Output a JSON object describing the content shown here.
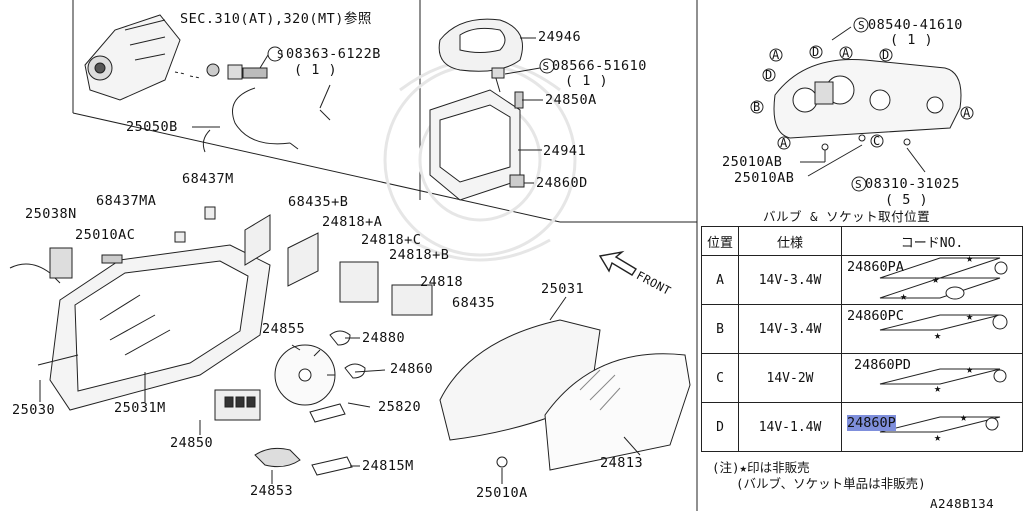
{
  "labels": {
    "sec_ref": "SEC.310(AT),320(MT)参照",
    "p08363": "08363-6122B",
    "p08363_qty": "( 1 )",
    "p25050B": "25050B",
    "p24946": "24946",
    "p08566": "08566-51610",
    "p08566_qty": "( 1 )",
    "p24850A": "24850A",
    "p24941": "24941",
    "p24860D": "24860D",
    "p08540": "08540-41610",
    "p08540_qty": "( 1 )",
    "p25010AB_1": "25010AB",
    "p25010AB_2": "25010AB",
    "p08310": "08310-31025",
    "p08310_qty": "( 5 )",
    "p25038N": "25038N",
    "p68437MA": "68437MA",
    "p68437M": "68437M",
    "p25010AC": "25010AC",
    "p68435B": "68435+B",
    "p24818A": "24818+A",
    "p24818C": "24818+C",
    "p24818B": "24818+B",
    "p24818": "24818",
    "p68435": "68435",
    "p25031": "25031",
    "p24855": "24855",
    "p24880": "24880",
    "p24860": "24860",
    "p25820": "25820",
    "p25030": "25030",
    "p25031M": "25031M",
    "p24850": "24850",
    "p24815M": "24815M",
    "p24813": "24813",
    "p24853": "24853",
    "p25010A": "25010A",
    "front": "FRONT",
    "circle_s": "S",
    "callout_a": "A",
    "callout_b": "B",
    "callout_c": "C",
    "callout_d": "D"
  },
  "table": {
    "title": "バルブ & ソケット取付位置",
    "headers": {
      "pos": "位置",
      "spec": "仕様",
      "code": "コードNO."
    },
    "rows": [
      {
        "pos": "A",
        "spec": "14V-3.4W",
        "code": "24860PA"
      },
      {
        "pos": "B",
        "spec": "14V-3.4W",
        "code": "24860PC"
      },
      {
        "pos": "C",
        "spec": "14V-2W",
        "code": "24860PD"
      },
      {
        "pos": "D",
        "spec": "14V-1.4W",
        "code": "24860P"
      }
    ]
  },
  "notes": {
    "line1": "(注)★印は非販売",
    "line2": "(バルブ、ソケット単品は非販売)"
  },
  "diagram_id": "A248B134",
  "colors": {
    "highlight": "#7f8fdc"
  }
}
